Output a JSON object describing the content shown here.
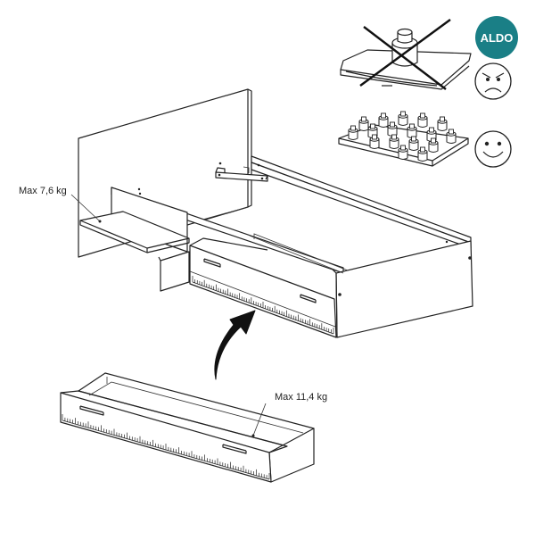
{
  "brand": {
    "logo_text": "ALDO",
    "logo_color": "#1a7f86"
  },
  "labels": {
    "shelf_weight": "Max 7,6 kg",
    "drawer_weight": "Max 11,4 kg"
  },
  "icons": {
    "bad": "angry-face-icon",
    "good": "happy-face-icon",
    "concentrated_load": "single-weight-crossed-icon",
    "distributed_load": "distributed-weights-icon"
  }
}
